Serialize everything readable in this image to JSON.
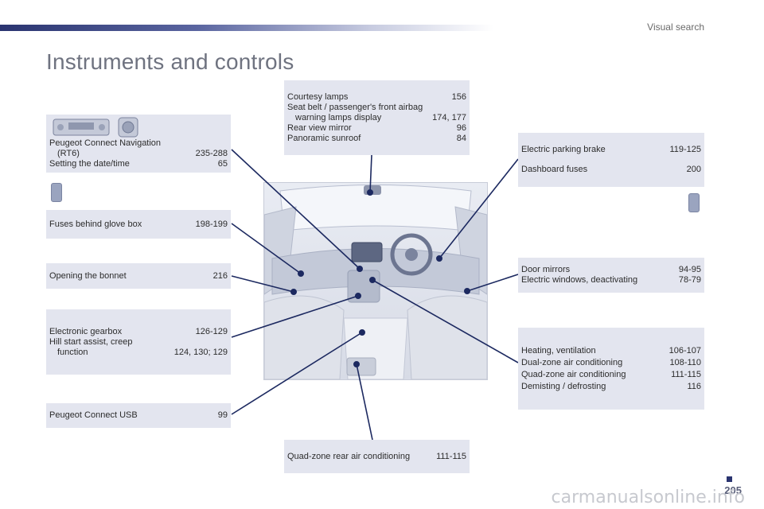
{
  "header": {
    "section": "Visual search",
    "title": "Instruments and controls"
  },
  "boxes": {
    "navigation": {
      "lines": [
        {
          "label": "Peugeot Connect Navigation",
          "page": ""
        },
        {
          "label": "(RT6)",
          "page": "235-288",
          "indent": true
        },
        {
          "label": "Setting the date/time",
          "page": "65"
        }
      ]
    },
    "fuses_glovebox": {
      "lines": [
        {
          "label": "Fuses behind glove box",
          "page": "198-199"
        }
      ]
    },
    "bonnet": {
      "lines": [
        {
          "label": "Opening the bonnet",
          "page": "216"
        }
      ]
    },
    "gearbox": {
      "lines": [
        {
          "label": "Electronic gearbox",
          "page": "126-129"
        },
        {
          "label": "Hill start assist, creep",
          "page": ""
        },
        {
          "label": "function",
          "page": "124, 130; 129",
          "indent": true
        }
      ]
    },
    "usb": {
      "lines": [
        {
          "label": "Peugeot Connect USB",
          "page": "99"
        }
      ]
    },
    "courtesy": {
      "lines": [
        {
          "label": "Courtesy lamps",
          "page": "156"
        },
        {
          "label": "Seat belt / passenger's front airbag",
          "page": ""
        },
        {
          "label": "warning lamps display",
          "page": "174, 177",
          "indent": true
        },
        {
          "label": "Rear view mirror",
          "page": "96"
        },
        {
          "label": "Panoramic sunroof",
          "page": "84"
        }
      ]
    },
    "rear_ac": {
      "lines": [
        {
          "label": "Quad-zone rear air conditioning",
          "page": "111-115"
        }
      ]
    },
    "parking": {
      "lines": [
        {
          "label": "Electric parking brake",
          "page": "119-125"
        },
        {
          "label": "Dashboard fuses",
          "page": "200"
        }
      ]
    },
    "mirrors": {
      "lines": [
        {
          "label": "Door mirrors",
          "page": "94-95"
        },
        {
          "label": "Electric windows, deactivating",
          "page": "78-79"
        }
      ]
    },
    "heating": {
      "lines": [
        {
          "label": "Heating, ventilation",
          "page": "106-107"
        },
        {
          "label": "Dual-zone air conditioning",
          "page": "108-110"
        },
        {
          "label": "Quad-zone air conditioning",
          "page": "111-115"
        },
        {
          "label": "Demisting / defrosting",
          "page": "116"
        }
      ]
    }
  },
  "footer": {
    "page_number": "205",
    "watermark": "carmanualsonline.info"
  },
  "colors": {
    "box": "#e3e5ef",
    "leader": "#1c2960",
    "accent": "#2a3470"
  },
  "icons": [
    "radio-unit-icon",
    "nav-controller-icon",
    "fuse-icon",
    "fuse-icon",
    "cabin-illustration"
  ]
}
